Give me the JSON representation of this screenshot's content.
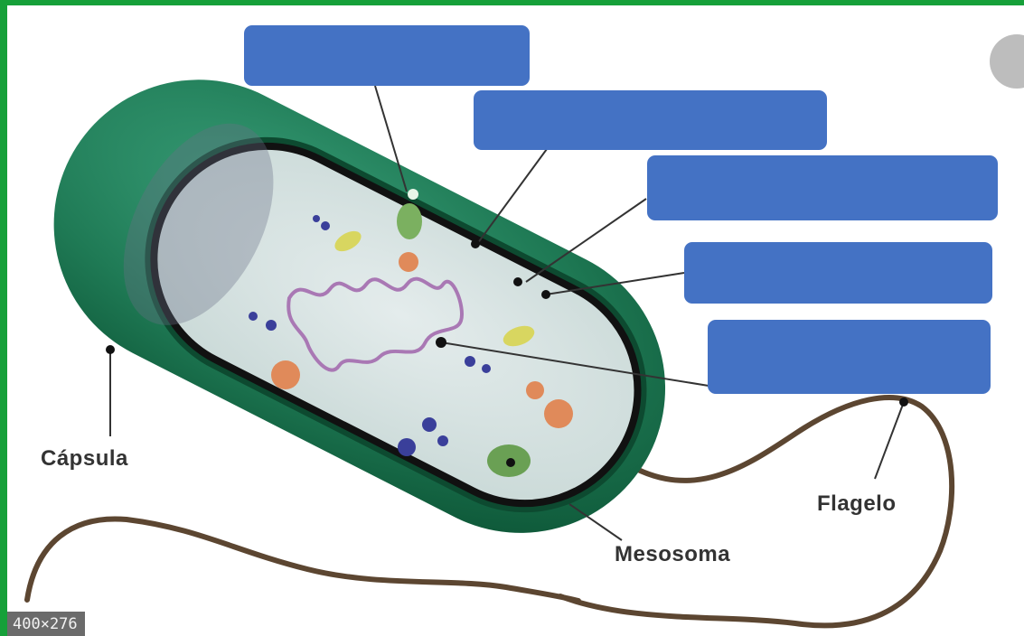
{
  "labels": {
    "capsula": "Cápsula",
    "flagelo": "Flagelo",
    "mesosoma": "Mesosoma"
  },
  "blank_boxes": [
    {
      "id": 1,
      "color": "#4472c4"
    },
    {
      "id": 2,
      "color": "#4472c4"
    },
    {
      "id": 3,
      "color": "#4472c4"
    },
    {
      "id": 4,
      "color": "#4472c4"
    },
    {
      "id": 5,
      "color": "#4472c4"
    }
  ],
  "image_size_badge": "400×276",
  "colors": {
    "frame": "#16a039",
    "capsule": "#1f7a55",
    "box": "#4472c4",
    "flagellum": "#5c4631"
  }
}
